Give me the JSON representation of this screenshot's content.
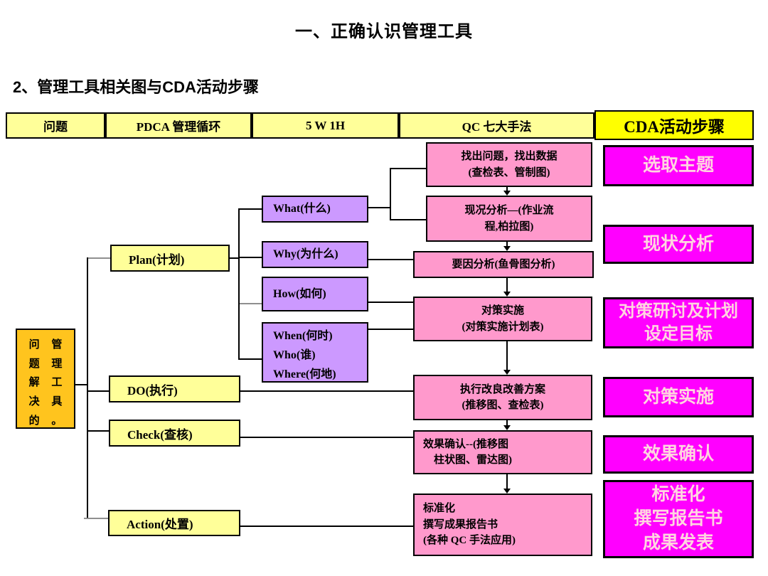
{
  "page": {
    "title": "一、正确认识管理工具",
    "subtitle": "2、管理工具相关图与CDA活动步骤"
  },
  "header": {
    "col_problem": "问题",
    "col_pdca": "PDCA 管理循环",
    "col_5w1h": "5 W 1H",
    "col_qc": "QC 七大手法",
    "col_cda": "CDA活动步骤"
  },
  "problem_tool": {
    "col_left": "问\n题\n解\n决\n的",
    "col_right": "管\n理\n工\n具\n。"
  },
  "pdca": {
    "plan": "Plan(计划)",
    "do": "DO(执行)",
    "check": "Check(查核)",
    "action": "Action(处置)"
  },
  "w5h1": {
    "what": "What(什么)",
    "why": "Why(为什么)",
    "how": "How(如何)",
    "when_who_where": "When(何时)\nWho(谁)\nWhere(何地)"
  },
  "qc_steps": {
    "s1": "找出问题，找出数据\n(查检表、管制图)",
    "s2": "现况分析—(作业流\n程,柏拉图)",
    "s3": "要因分析(鱼骨图分析)",
    "s4": "对策实施\n(对策实施计划表)",
    "s5": "执行改良改善方案\n(推移图、查检表)",
    "s6": "效果确认--(推移图\n　柱状图、雷达图)",
    "s7": "标准化\n撰写成果报告书\n(各种 QC 手法应用)"
  },
  "cda_steps": {
    "s1": "选取主题",
    "s2": "现状分析",
    "s3": "对策研讨及计划\n设定目标",
    "s4": "对策实施",
    "s5": "效果确认",
    "s6": "标准化\n撰写报告书\n成果发表"
  },
  "colors": {
    "header_yellow": "#FFFF99",
    "cda_header_yellow": "#FFFF00",
    "pdca_box_yellow": "#FFFF99",
    "problem_box_orange": "#FFC41E",
    "w5h1_purple": "#CC99FF",
    "qc_pink": "#FF99CC",
    "cda_magenta": "#FF00FF",
    "cda_text_pink": "#FFD5E0",
    "line_black": "#000000"
  }
}
